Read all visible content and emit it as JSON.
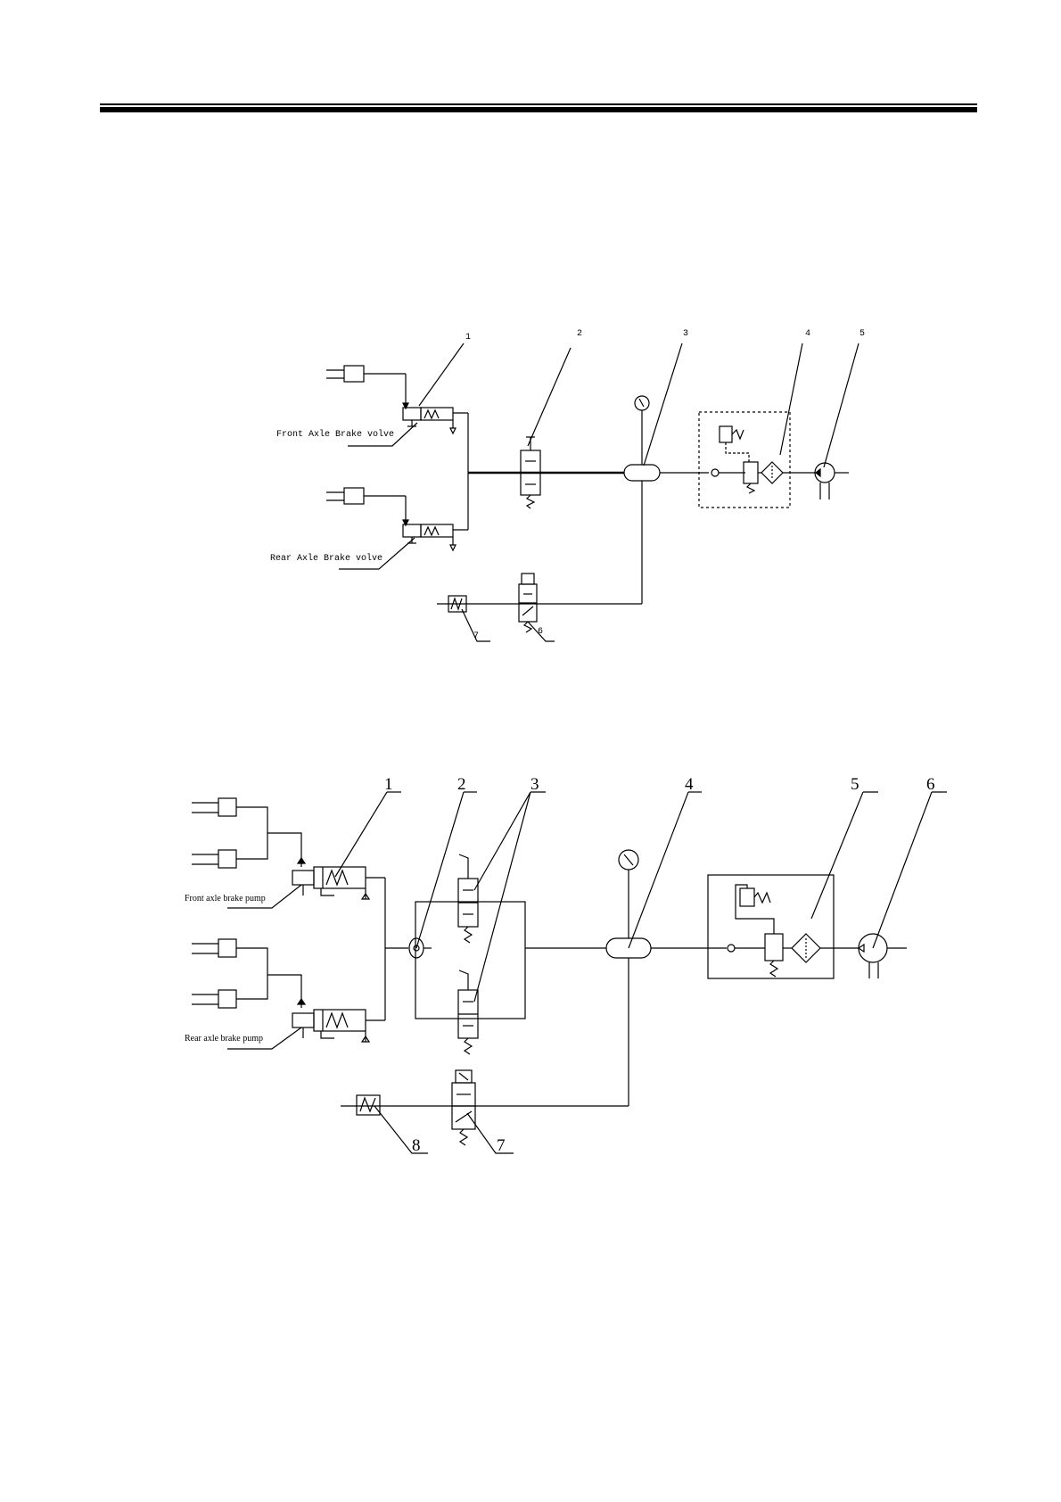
{
  "diagram_1": {
    "callouts": [
      "1",
      "2",
      "3",
      "4",
      "5",
      "6",
      "7"
    ],
    "labels": {
      "front": "Front Axle Brake volve",
      "rear": "Rear Axle Brake volve"
    }
  },
  "diagram_2": {
    "callouts": [
      "1",
      "2",
      "3",
      "4",
      "5",
      "6",
      "7",
      "8"
    ],
    "labels": {
      "front": "Front axle brake pump",
      "rear": "Rear axle brake pump"
    }
  }
}
